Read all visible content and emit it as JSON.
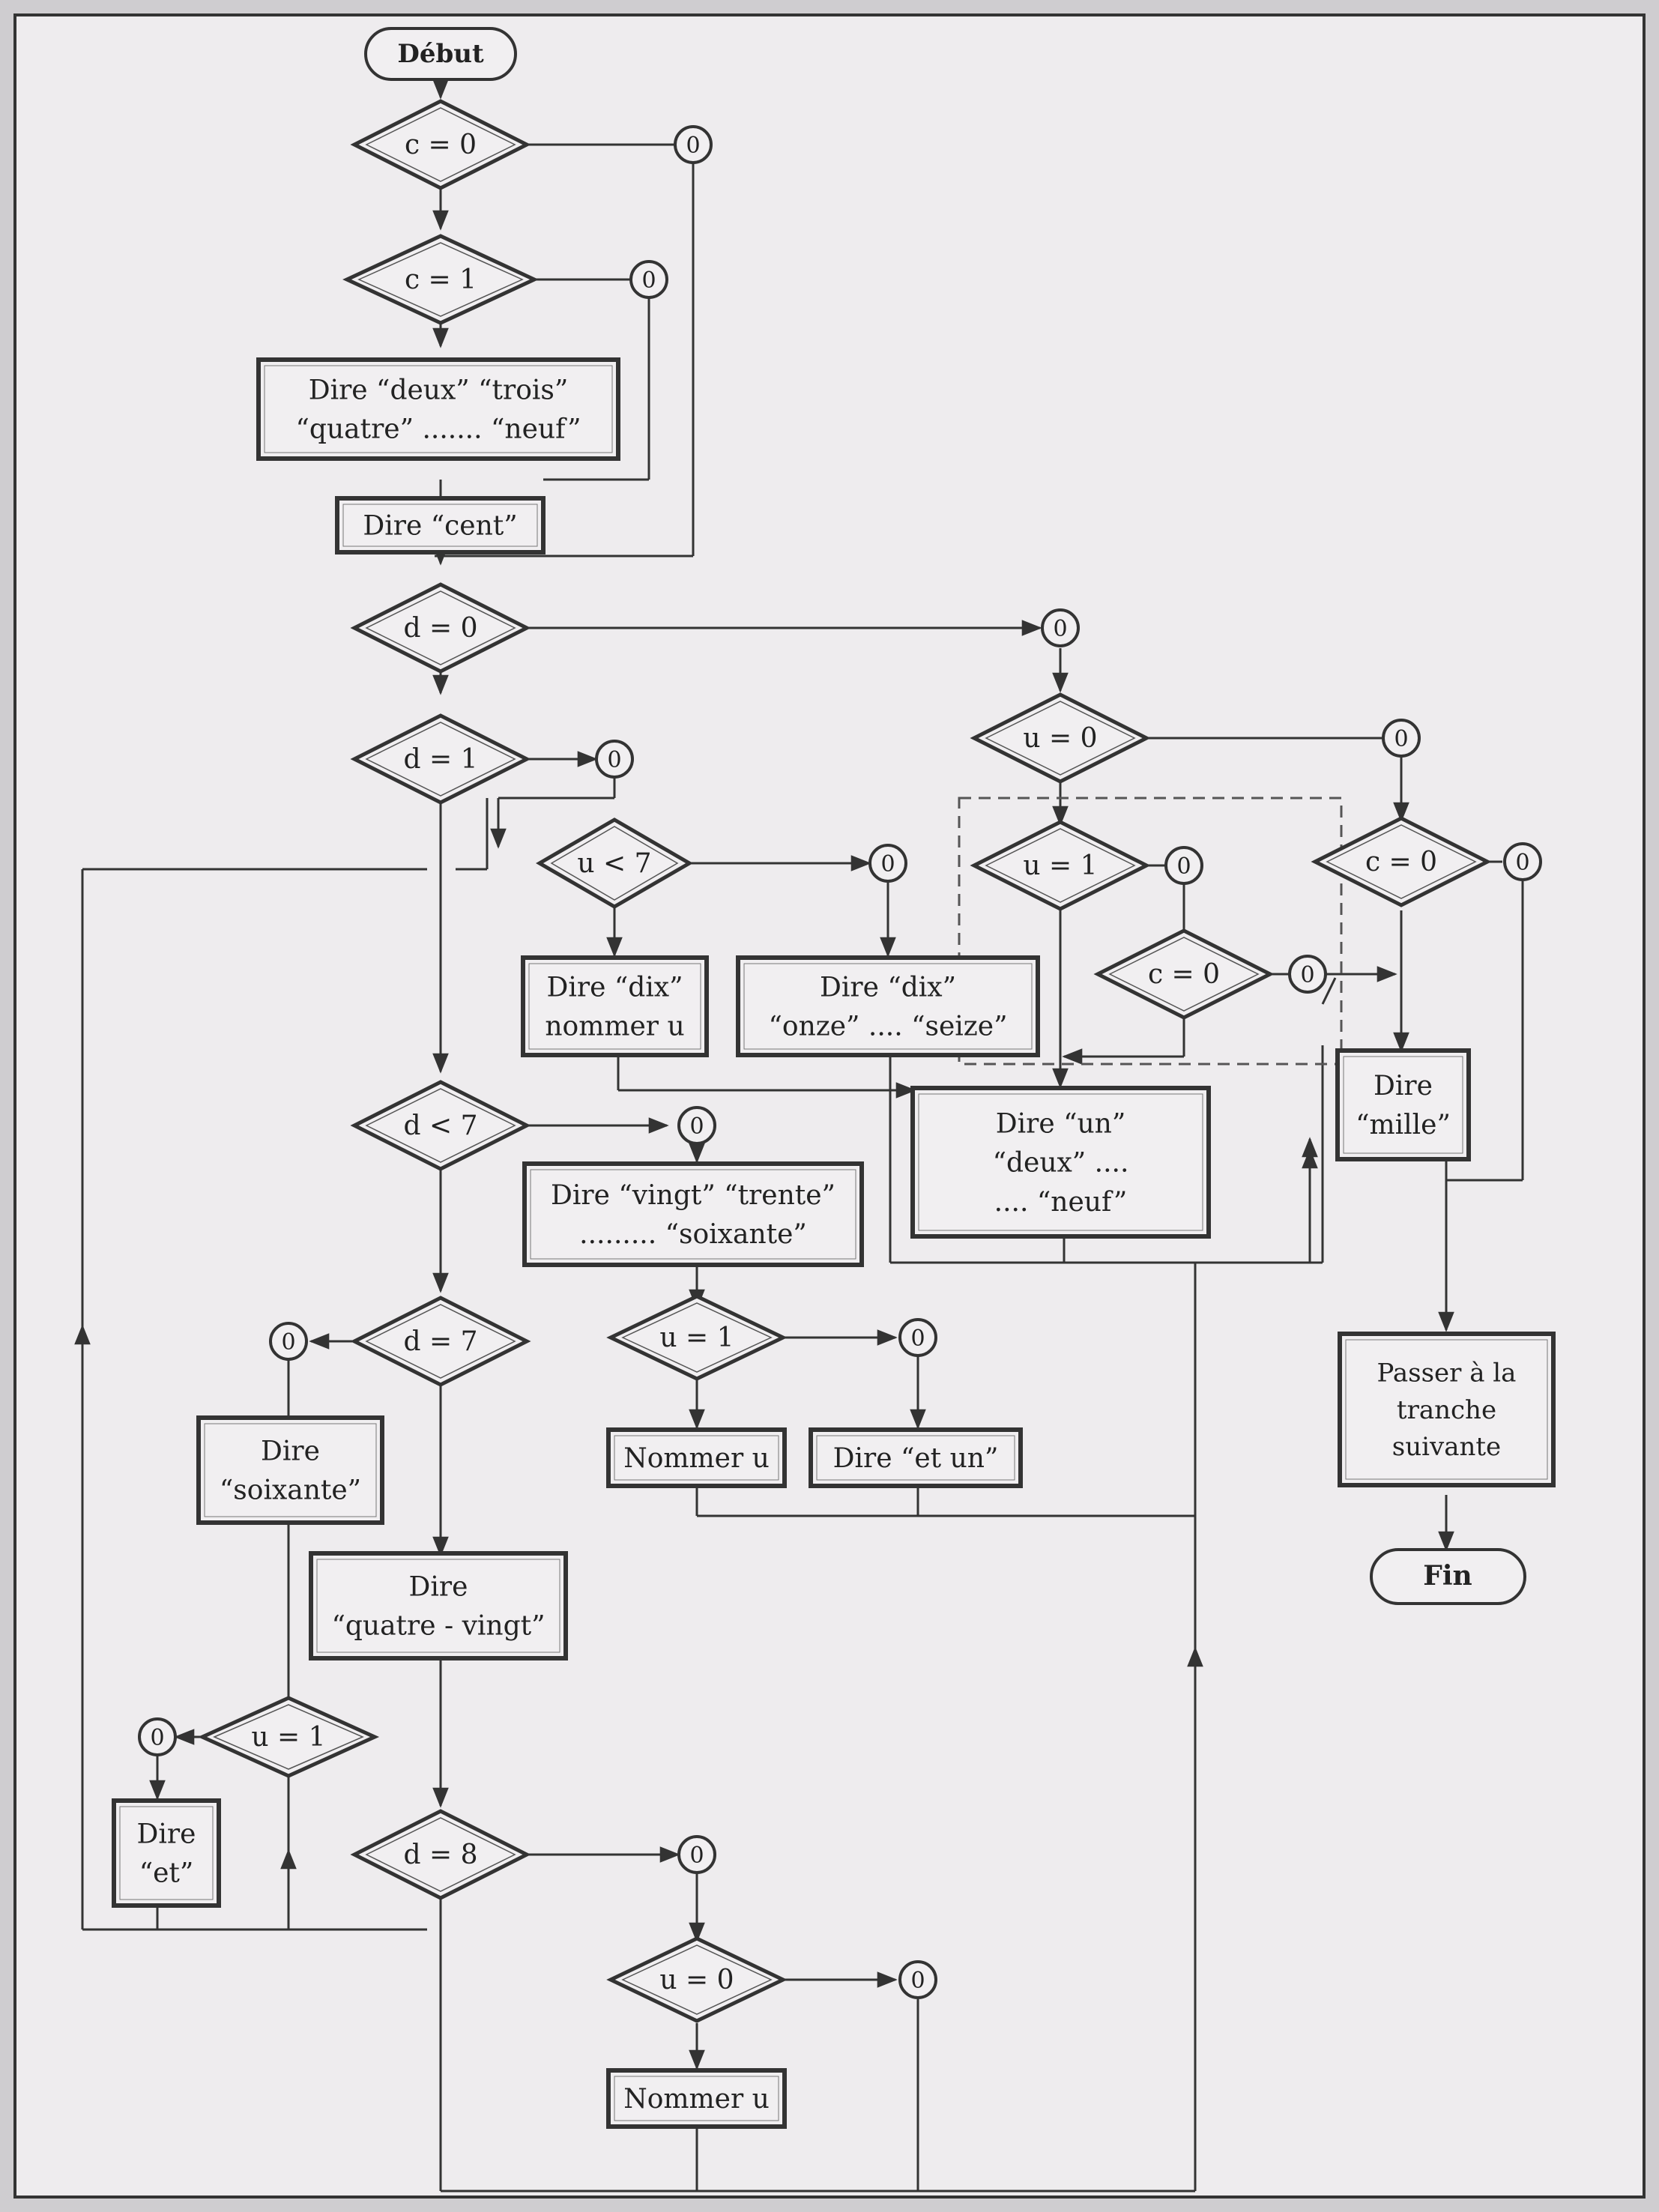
{
  "flowchart": {
    "start": "Début",
    "end": "Fin",
    "zero": "0",
    "conditions": {
      "c0": "c = 0",
      "c1": "c = 1",
      "d0": "d = 0",
      "d1": "d = 1",
      "u7": "u < 7",
      "dlt7": "d < 7",
      "d7": "d = 7",
      "u1a": "u = 1",
      "u1b": "u = 1",
      "d8": "d = 8",
      "u0a": "u = 0",
      "u0b": "u = 0",
      "u1c": "u = 1",
      "c0b": "c = 0",
      "c0c": "c = 0"
    },
    "actions": {
      "deux_neuf": [
        "Dire “deux” “trois”",
        "“quatre” ....... “neuf”"
      ],
      "cent": [
        "Dire “cent”"
      ],
      "dix_u": [
        "Dire “dix”",
        "nommer u"
      ],
      "onze_seize": [
        "Dire “dix”",
        "“onze” .... “seize”"
      ],
      "vingt_soixante": [
        "Dire “vingt” “trente”",
        "......... “soixante”"
      ],
      "nommer_u1": [
        "Nommer u"
      ],
      "et_un": [
        "Dire “et un”"
      ],
      "soixante": [
        "Dire",
        "“soixante”"
      ],
      "quatre_vingt": [
        "Dire",
        "“quatre - vingt”"
      ],
      "et": [
        "Dire",
        "“et”"
      ],
      "nommer_u2": [
        "Nommer u"
      ],
      "un_neuf": [
        "Dire “un”",
        "“deux” ....",
        ".... “neuf”"
      ],
      "mille": [
        "Dire",
        "“mille”"
      ],
      "tranche": [
        "Passer à la",
        "tranche",
        "suivante"
      ]
    }
  }
}
